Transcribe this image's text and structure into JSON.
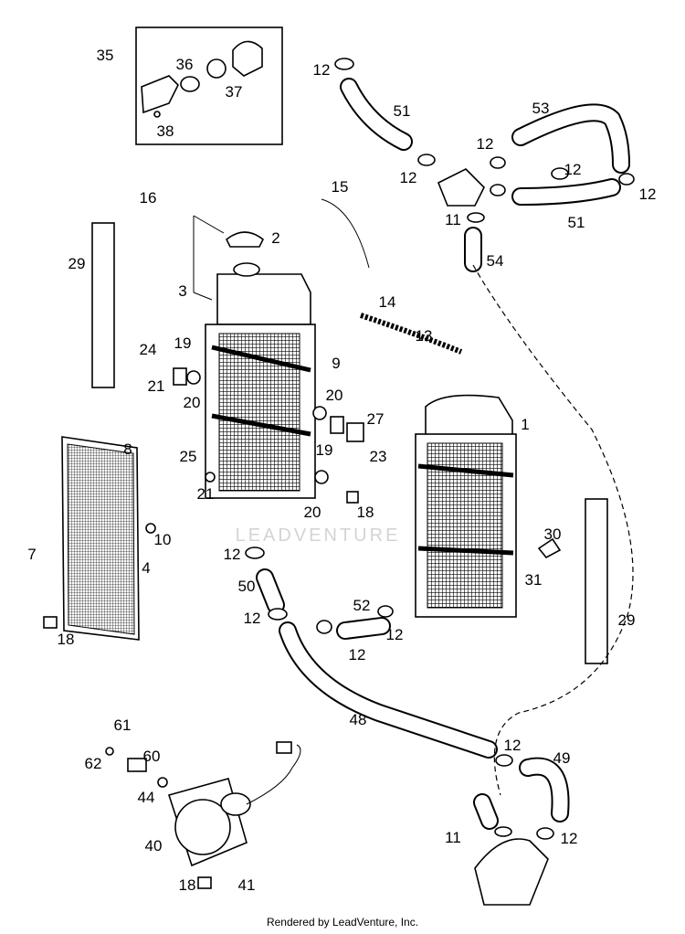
{
  "diagram": {
    "watermark": "LEADVENTURE",
    "labels": [
      "35",
      "36",
      "37",
      "38",
      "12",
      "51",
      "53",
      "12",
      "12",
      "12",
      "12",
      "16",
      "15",
      "2",
      "11",
      "51",
      "54",
      "29",
      "3",
      "14",
      "13",
      "24",
      "19",
      "21",
      "9",
      "20",
      "20",
      "27",
      "1",
      "19",
      "23",
      "8",
      "25",
      "21",
      "20",
      "18",
      "10",
      "30",
      "7",
      "12",
      "4",
      "31",
      "50",
      "52",
      "12",
      "12",
      "29",
      "18",
      "12",
      "48",
      "61",
      "60",
      "12",
      "49",
      "62",
      "44",
      "40",
      "11",
      "12",
      "18",
      "41"
    ]
  },
  "footer": {
    "text": "Rendered by LeadVenture, Inc."
  }
}
